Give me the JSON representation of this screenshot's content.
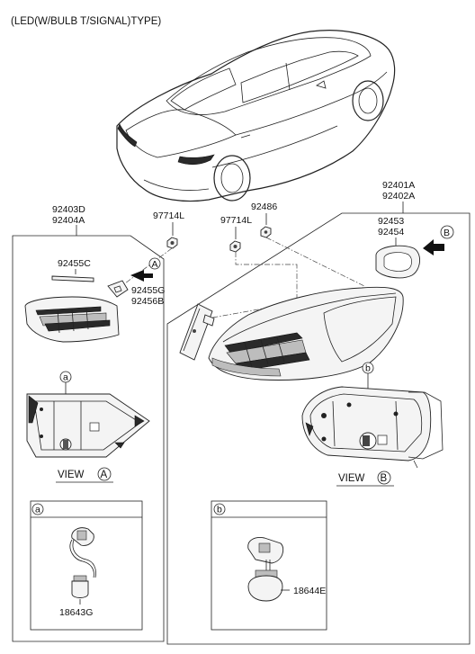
{
  "header": {
    "title": "(LED(W/BULB T/SIGNAL)TYPE)"
  },
  "parts": {
    "left_assembly": [
      "92403D",
      "92404A"
    ],
    "right_assembly": [
      "92401A",
      "92402A"
    ],
    "nut_left": "97714L",
    "nut_center": "97714L",
    "screw": "92486",
    "gasket_right": [
      "92453",
      "92454"
    ],
    "strip_left": "92455C",
    "gasket_left": [
      "92455G",
      "92456B"
    ],
    "bulb_a": "18643G",
    "bulb_b": "18644E"
  },
  "callouts": {
    "a": "a",
    "b": "b",
    "A": "A",
    "B": "B"
  },
  "views": {
    "view_a_word": "VIEW",
    "view_a_letter": "A",
    "view_b_word": "VIEW",
    "view_b_letter": "B"
  },
  "detail_boxes": {
    "box_a_letter": "a",
    "box_b_letter": "b"
  }
}
